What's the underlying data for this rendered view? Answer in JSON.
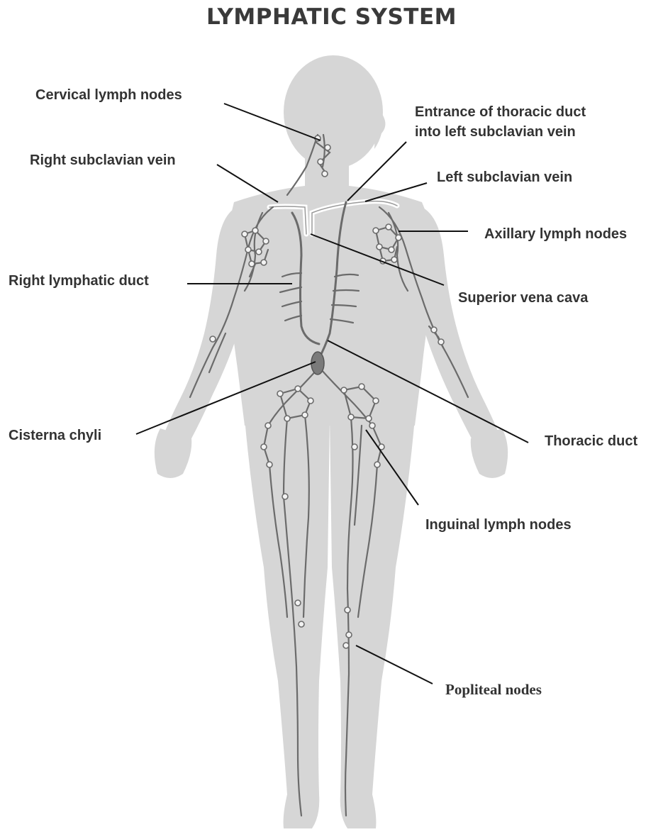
{
  "title": "LYMPHATIC SYSTEM",
  "labels": {
    "cervical": "Cervical lymph nodes",
    "entrance_line1": "Entrance of thoracic duct",
    "entrance_line2": "into left subclavian vein",
    "right_subclavian": "Right subclavian vein",
    "left_subclavian": "Left subclavian vein",
    "axillary": "Axillary lymph nodes",
    "right_lymphatic_duct": "Right lymphatic duct",
    "superior_vena_cava": "Superior vena cava",
    "cisterna_chyli": "Cisterna chyli",
    "thoracic_duct": "Thoracic duct",
    "inguinal": "Inguinal lymph nodes",
    "popliteal": "Popliteal nodes"
  },
  "colors": {
    "body": "#d6d6d6",
    "vessel": "#6b6b6b",
    "node_fill": "#f2f2f2",
    "leader": "#111111",
    "label_text": "#333333"
  }
}
